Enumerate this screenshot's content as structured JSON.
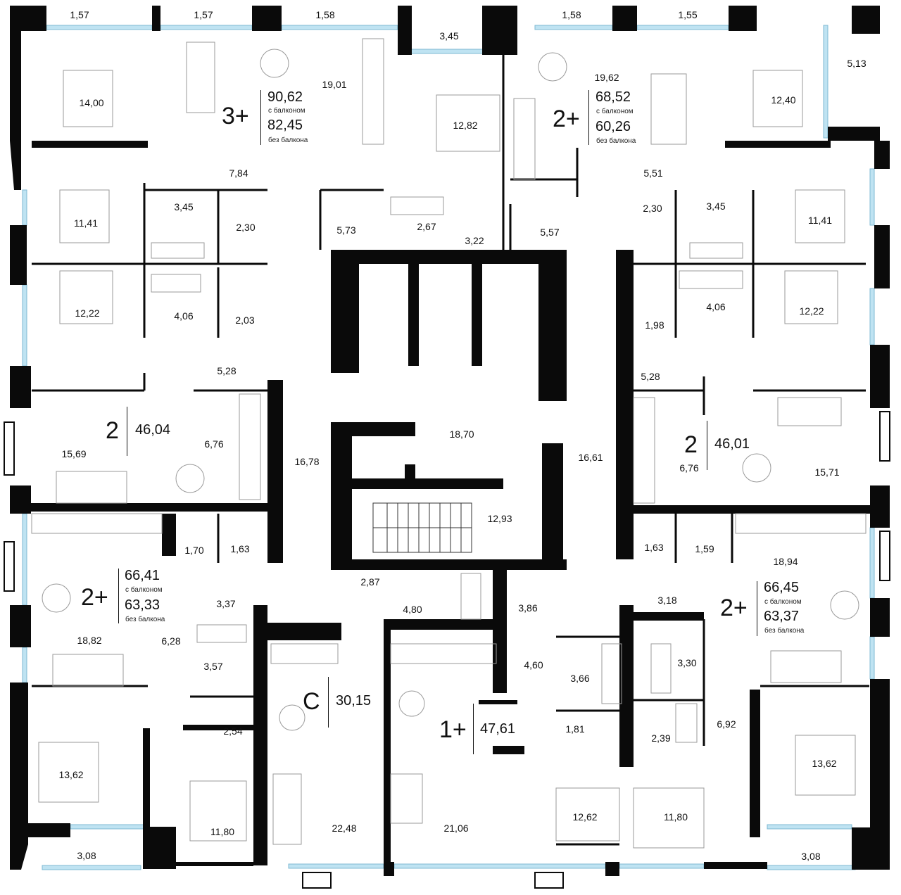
{
  "colors": {
    "wall": "#0a0a0a",
    "window": "#bfe3f2",
    "furniture": "#9a9a9a",
    "background": "#ffffff"
  },
  "rooms": [
    {
      "id": "r1",
      "label": "1,57"
    },
    {
      "id": "r2",
      "label": "1,57"
    },
    {
      "id": "r3",
      "label": "1,58"
    },
    {
      "id": "r4",
      "label": "3,45"
    },
    {
      "id": "r5",
      "label": "1,58"
    },
    {
      "id": "r6",
      "label": "1,55"
    },
    {
      "id": "r7",
      "label": "5,13"
    },
    {
      "id": "r8",
      "label": "14,00"
    },
    {
      "id": "r9",
      "label": "19,01"
    },
    {
      "id": "r10",
      "label": "12,82"
    },
    {
      "id": "r11",
      "label": "19,62"
    },
    {
      "id": "r12",
      "label": "12,40"
    },
    {
      "id": "r13",
      "label": "7,84"
    },
    {
      "id": "r14",
      "label": "5,51"
    },
    {
      "id": "r15",
      "label": "11,41"
    },
    {
      "id": "r16",
      "label": "3,45"
    },
    {
      "id": "r17",
      "label": "2,30"
    },
    {
      "id": "r18",
      "label": "5,73"
    },
    {
      "id": "r19",
      "label": "2,67"
    },
    {
      "id": "r20",
      "label": "3,22"
    },
    {
      "id": "r21",
      "label": "5,57"
    },
    {
      "id": "r22",
      "label": "2,30"
    },
    {
      "id": "r23",
      "label": "3,45"
    },
    {
      "id": "r24",
      "label": "11,41"
    },
    {
      "id": "r25",
      "label": "12,22"
    },
    {
      "id": "r26",
      "label": "4,06"
    },
    {
      "id": "r27",
      "label": "2,03"
    },
    {
      "id": "r28",
      "label": "1,98"
    },
    {
      "id": "r29",
      "label": "4,06"
    },
    {
      "id": "r30",
      "label": "12,22"
    },
    {
      "id": "r31",
      "label": "5,28"
    },
    {
      "id": "r32",
      "label": "5,28"
    },
    {
      "id": "r33",
      "label": "15,69"
    },
    {
      "id": "r34",
      "label": "6,76"
    },
    {
      "id": "r35",
      "label": "16,78"
    },
    {
      "id": "r36",
      "label": "18,70"
    },
    {
      "id": "r37",
      "label": "16,61"
    },
    {
      "id": "r38",
      "label": "6,76"
    },
    {
      "id": "r39",
      "label": "15,71"
    },
    {
      "id": "r40",
      "label": "12,93"
    },
    {
      "id": "r41",
      "label": "1,70"
    },
    {
      "id": "r42",
      "label": "1,63"
    },
    {
      "id": "r43",
      "label": "1,63"
    },
    {
      "id": "r44",
      "label": "1,59"
    },
    {
      "id": "r45",
      "label": "18,94"
    },
    {
      "id": "r46",
      "label": "2,87"
    },
    {
      "id": "r47",
      "label": "3,37"
    },
    {
      "id": "r48",
      "label": "4,80"
    },
    {
      "id": "r49",
      "label": "3,86"
    },
    {
      "id": "r50",
      "label": "3,18"
    },
    {
      "id": "r51",
      "label": "18,82"
    },
    {
      "id": "r52",
      "label": "6,28"
    },
    {
      "id": "r53",
      "label": "3,57"
    },
    {
      "id": "r54",
      "label": "4,60"
    },
    {
      "id": "r55",
      "label": "3,66"
    },
    {
      "id": "r56",
      "label": "3,30"
    },
    {
      "id": "r57",
      "label": "2,54"
    },
    {
      "id": "r58",
      "label": "1,81"
    },
    {
      "id": "r59",
      "label": "2,39"
    },
    {
      "id": "r60",
      "label": "6,92"
    },
    {
      "id": "r61",
      "label": "13,62"
    },
    {
      "id": "r62",
      "label": "13,62"
    },
    {
      "id": "r63",
      "label": "12,62"
    },
    {
      "id": "r64",
      "label": "11,80"
    },
    {
      "id": "r65",
      "label": "11,80"
    },
    {
      "id": "r66",
      "label": "22,48"
    },
    {
      "id": "r67",
      "label": "21,06"
    },
    {
      "id": "r68",
      "label": "3,08"
    },
    {
      "id": "r69",
      "label": "3,08"
    }
  ],
  "apartments": [
    {
      "id": "a1",
      "type": "3+",
      "area_with_balcony": "90,62",
      "with_balcony_label": "с балконом",
      "area_without_balcony": "82,45",
      "without_balcony_label": "без балкона"
    },
    {
      "id": "a2",
      "type": "2+",
      "area_with_balcony": "68,52",
      "with_balcony_label": "с балконом",
      "area_without_balcony": "60,26",
      "without_balcony_label": "без балкона"
    },
    {
      "id": "a3",
      "type": "2",
      "area": "46,04"
    },
    {
      "id": "a4",
      "type": "2",
      "area": "46,01"
    },
    {
      "id": "a5",
      "type": "2+",
      "area_with_balcony": "66,41",
      "with_balcony_label": "с балконом",
      "area_without_balcony": "63,33",
      "without_balcony_label": "без балкона"
    },
    {
      "id": "a6",
      "type": "2+",
      "area_with_balcony": "66,45",
      "with_balcony_label": "с балконом",
      "area_without_balcony": "63,37",
      "without_balcony_label": "без балкона"
    },
    {
      "id": "a7",
      "type": "С",
      "area": "30,15"
    },
    {
      "id": "a8",
      "type": "1+",
      "area": "47,61"
    }
  ]
}
